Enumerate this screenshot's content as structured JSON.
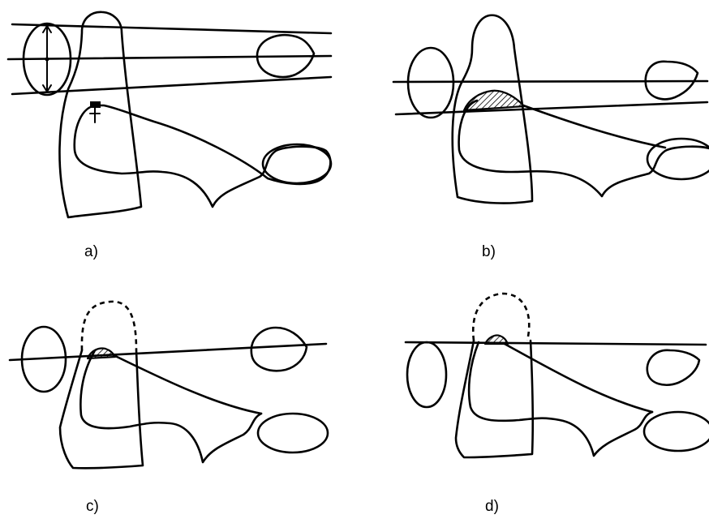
{
  "figure": {
    "panels": [
      {
        "id": "a",
        "caption": "a)"
      },
      {
        "id": "b",
        "caption": "b)"
      },
      {
        "id": "c",
        "caption": "c)"
      },
      {
        "id": "d",
        "caption": "d)"
      }
    ]
  },
  "colors": {
    "ink": "#000000",
    "background": "#ffffff"
  }
}
